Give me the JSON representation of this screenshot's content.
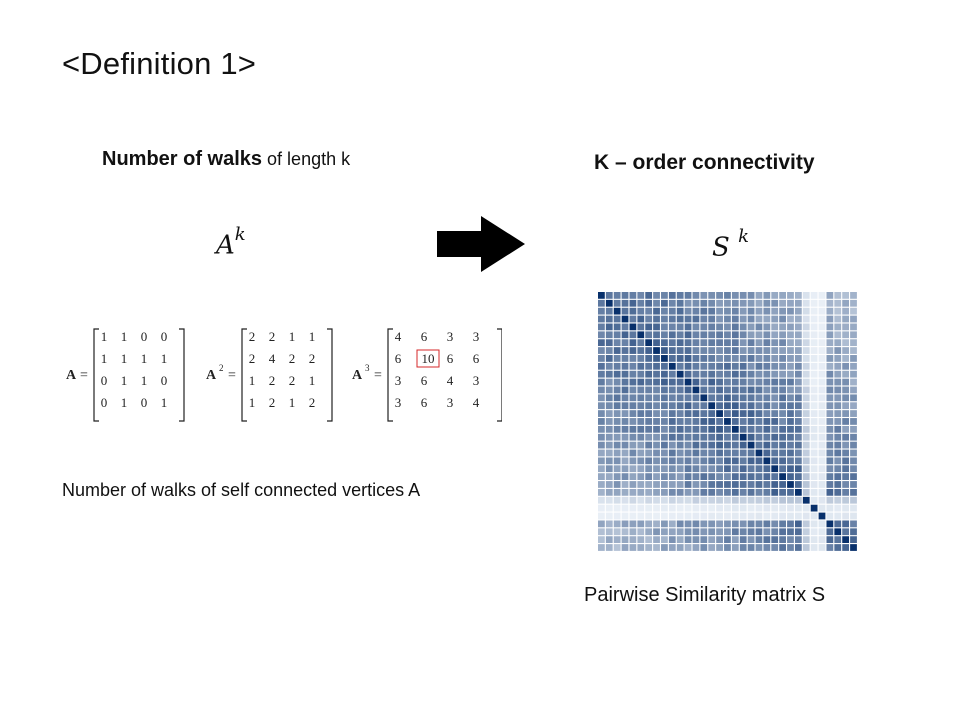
{
  "slide": {
    "title": "<Definition 1>",
    "left_heading_bold": "Number of walks",
    "left_heading_rest": " of length k",
    "right_heading": "K – order connectivity",
    "left_formula_base": "A",
    "left_formula_exp": "k",
    "right_formula_base": "S",
    "right_formula_exp": "k",
    "left_caption": "Number of walks of self connected vertices A",
    "right_caption": "Pairwise Similarity matrix S",
    "arrow_icon": "right-arrow-icon"
  },
  "matrices": [
    {
      "label": "A",
      "power": "",
      "rows": [
        [
          "1",
          "1",
          "0",
          "0"
        ],
        [
          "1",
          "1",
          "1",
          "1"
        ],
        [
          "0",
          "1",
          "1",
          "0"
        ],
        [
          "0",
          "1",
          "0",
          "1"
        ]
      ]
    },
    {
      "label": "A",
      "power": "2",
      "rows": [
        [
          "2",
          "2",
          "1",
          "1"
        ],
        [
          "2",
          "4",
          "2",
          "2"
        ],
        [
          "1",
          "2",
          "2",
          "1"
        ],
        [
          "1",
          "2",
          "1",
          "2"
        ]
      ]
    },
    {
      "label": "A",
      "power": "3",
      "rows": [
        [
          "4",
          "6",
          "3",
          "3"
        ],
        [
          "6",
          "10",
          "6",
          "6"
        ],
        [
          "3",
          "6",
          "4",
          "3"
        ],
        [
          "3",
          "6",
          "3",
          "4"
        ]
      ],
      "highlight": [
        1,
        1
      ],
      "highlight_color": "#d62728"
    }
  ],
  "heatmap": {
    "size": 33,
    "palette": [
      "#f7fbff",
      "#08306b"
    ],
    "light_rows": [
      26,
      27,
      28
    ],
    "light_cols": [
      27,
      28
    ]
  }
}
